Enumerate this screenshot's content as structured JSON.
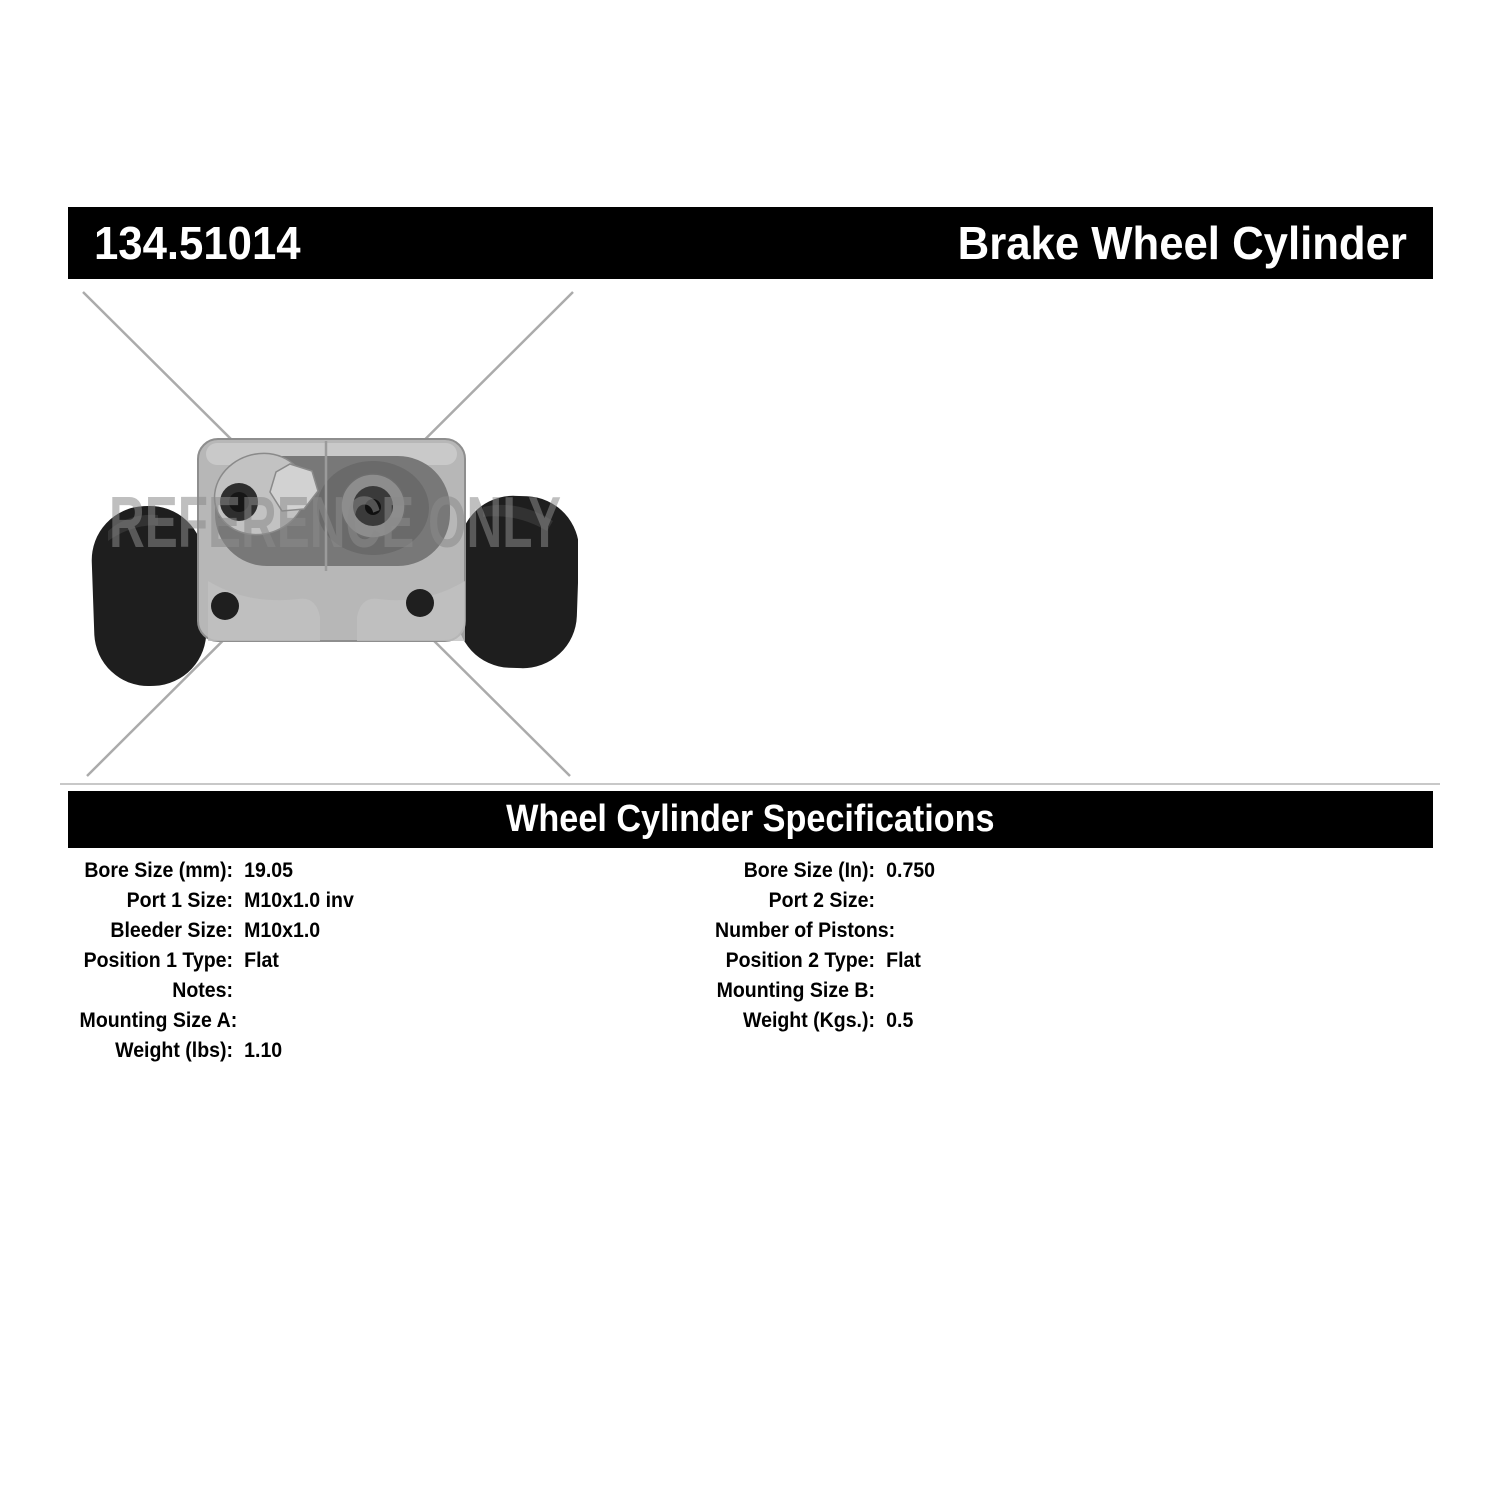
{
  "header": {
    "part_number": "134.51014",
    "product_title": "Brake Wheel Cylinder"
  },
  "image": {
    "watermark": "REFERENCE ONLY",
    "description": "brake-wheel-cylinder-product-photo"
  },
  "specs": {
    "title": "Wheel Cylinder Specifications",
    "left": [
      {
        "label": "Bore Size (mm):",
        "value": "19.05"
      },
      {
        "label": "Port 1 Size:",
        "value": "M10x1.0 inv"
      },
      {
        "label": "Bleeder Size:",
        "value": "M10x1.0"
      },
      {
        "label": "Position 1 Type:",
        "value": "Flat"
      },
      {
        "label": "Notes:",
        "value": ""
      },
      {
        "label": "Mounting Size A:",
        "value": ""
      },
      {
        "label": "Weight (lbs):",
        "value": "1.10"
      }
    ],
    "right": [
      {
        "label": "Bore Size (In):",
        "value": "0.750"
      },
      {
        "label": "Port 2 Size:",
        "value": ""
      },
      {
        "label": "Number of Pistons:",
        "value": ""
      },
      {
        "label": "Position 2 Type:",
        "value": "Flat"
      },
      {
        "label": "Mounting Size B:",
        "value": ""
      },
      {
        "label": "Weight (Kgs.):",
        "value": "0.5"
      }
    ]
  },
  "colors": {
    "bar_background": "#000000",
    "bar_text": "#ffffff",
    "body_text": "#000000",
    "watermark_gray": "#8a8a8a",
    "cross_line_gray": "#ababab",
    "part_body_gray": "#b7b7b7",
    "part_recess_gray": "#787878",
    "part_cap_black": "#1e1e1e"
  }
}
